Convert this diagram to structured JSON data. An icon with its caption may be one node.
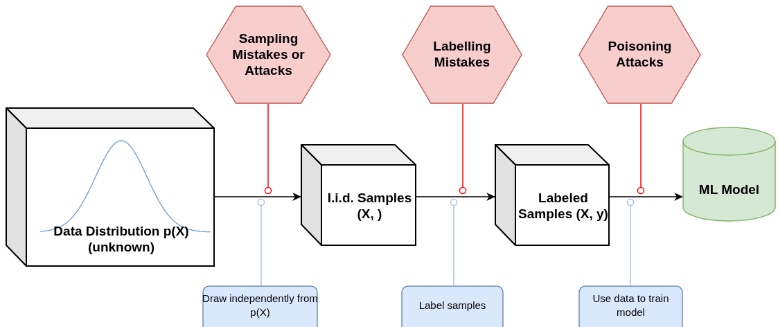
{
  "diagram": {
    "nodes": [
      {
        "text": [
          "Sampling Mistakes or Attacks"
        ]
      },
      {
        "text": [
          "Labelling Mistakes"
        ]
      },
      {
        "text": [
          "Poisoning Attacks"
        ]
      },
      {
        "text": [
          "Data Distribution p(X) (unknown)"
        ]
      },
      {
        "text": [
          "I.i.d. Samples (X, )"
        ]
      },
      {
        "text": [
          "Labeled Samples (X, y)"
        ]
      },
      {
        "text": [
          "ML Model"
        ]
      },
      {
        "text": [
          "Draw independently from p(X)"
        ]
      },
      {
        "text": [
          "Label samples"
        ]
      },
      {
        "text": [
          "Use data to train model"
        ]
      }
    ],
    "edges": [
      {
        "from": 3,
        "to": 4,
        "arrow": "to"
      },
      {
        "from": 4,
        "to": 5,
        "arrow": "to"
      },
      {
        "from": 5,
        "to": 6,
        "arrow": "to"
      },
      {
        "from": 0,
        "to": null,
        "arrow": "other",
        "color": "#ff0000"
      },
      {
        "from": 1,
        "to": null,
        "arrow": "other",
        "color": "#ff0000"
      },
      {
        "from": 2,
        "to": null,
        "arrow": "other",
        "color": "#ff0000"
      },
      {
        "from": 7,
        "to": null,
        "arrow": "other",
        "color": "#a9c4eb"
      },
      {
        "from": 8,
        "to": null,
        "arrow": "other",
        "color": "#a9c4eb"
      },
      {
        "from": 9,
        "to": null,
        "arrow": "other",
        "color": "#a9c4eb"
      }
    ]
  }
}
